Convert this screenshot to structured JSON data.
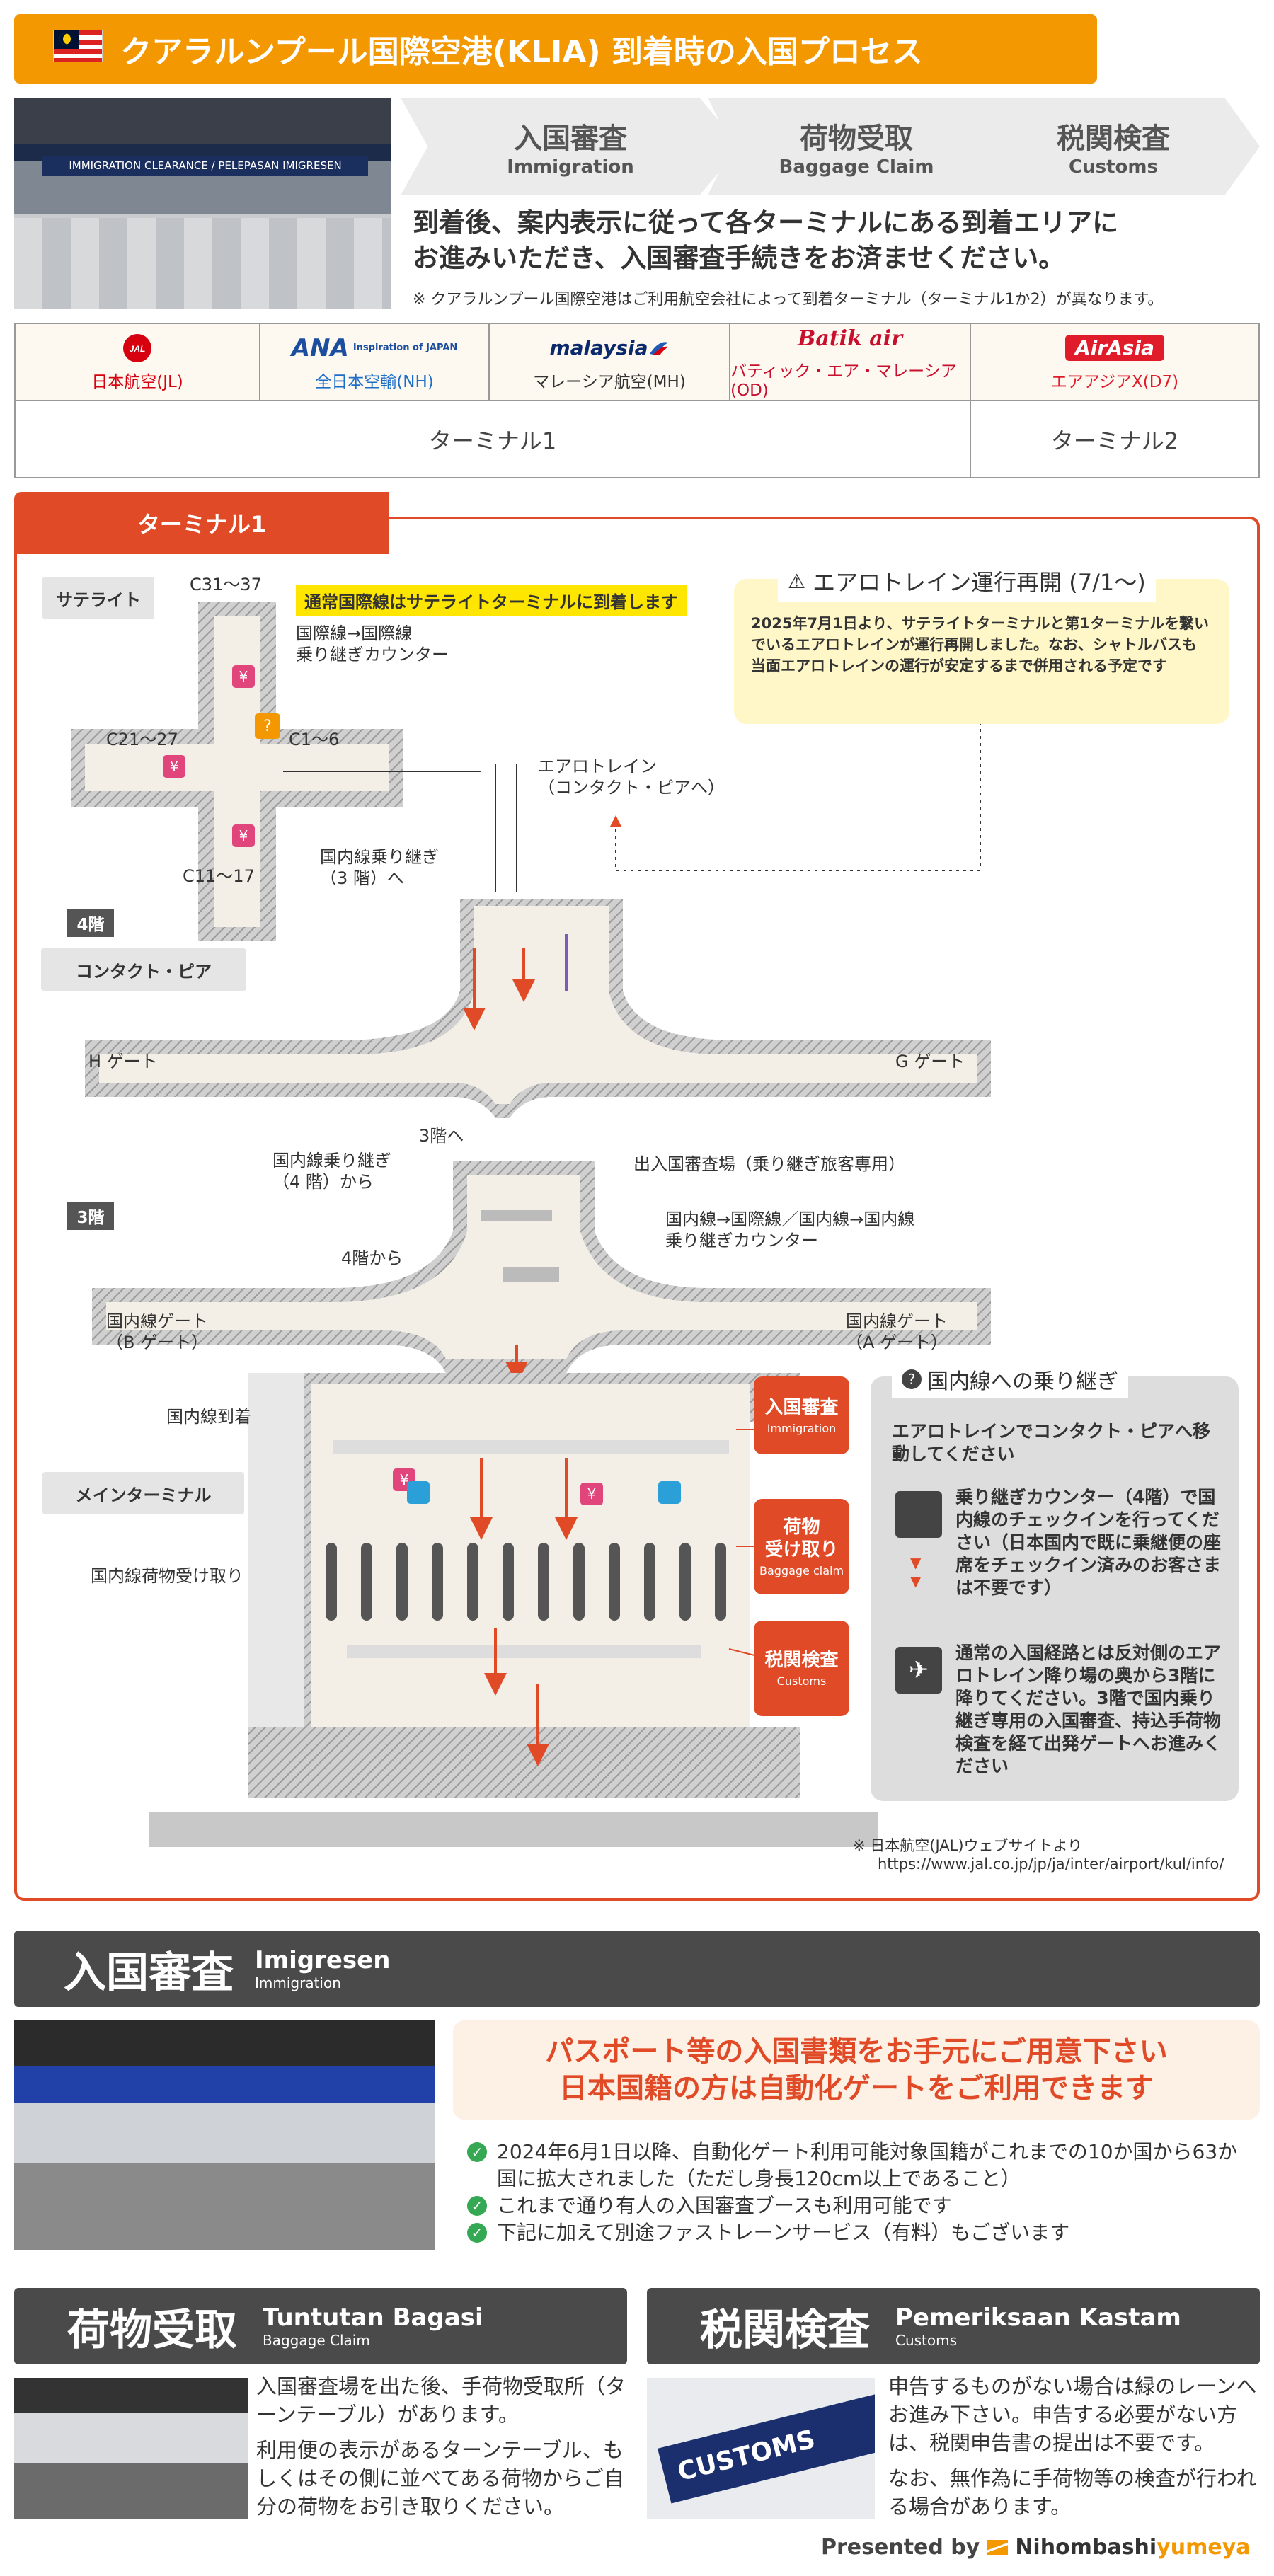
{
  "header": {
    "title": "クアラルンプール国際空港(KLIA) 到着時の入国プロセス"
  },
  "top_photo": {
    "sign": "IMMIGRATION CLEARANCE / PELEPASAN IMIGRESEN"
  },
  "steps": [
    {
      "ja": "入国審査",
      "en": "Immigration"
    },
    {
      "ja": "荷物受取",
      "en": "Baggage Claim"
    },
    {
      "ja": "税関検査",
      "en": "Customs"
    }
  ],
  "lead": {
    "line1": "到着後、案内表示に従って各ターミナルにある到着エリアに",
    "line2": "お進みいただき、入国審査手続きをお済ませください。",
    "note": "※ クアラルンプール国際空港はご利用航空会社によって到着ターミナル（ターミナル1か2）が異なります。"
  },
  "airlines": [
    {
      "logo": "JAL",
      "name": "日本航空(JL)",
      "color": "#d7000f"
    },
    {
      "logo": "ANA",
      "sub": "Inspiration of JAPAN",
      "name": "全日本空輸(NH)",
      "color": "#1c4ea0"
    },
    {
      "logo": "malaysia",
      "name": "マレーシア航空(MH)",
      "color": "#0a2a6b"
    },
    {
      "logo": "Batik air",
      "name": "バティック・エア・マレーシア(OD)",
      "color": "#c8102e"
    },
    {
      "logo": "AirAsia",
      "name": "エアアジアX(D7)",
      "color": "#e11c2a"
    }
  ],
  "terminals": {
    "t1": "ターミナル1",
    "t2": "ターミナル2"
  },
  "t1map": {
    "tab": "ターミナル1",
    "satellite": "サテライト",
    "badge": "通常国際線はサテライトターミナルに到着します",
    "c31": "C31～37",
    "c21": "C21～27",
    "c1": "C1～6",
    "c11": "C11～17",
    "transfer_counter": "国際線→国際線\n乗り継ぎカウンター",
    "aerotrain": "エアロトレイン\n（コンタクト・ピアへ）",
    "dom_transfer3": "国内線乗り継ぎ\n（3 階）へ",
    "level4": "4階",
    "contact_pier": "コンタクト・ピア",
    "h_gate": "H ゲート",
    "g_gate": "G ゲート",
    "to3f": "3階へ",
    "dom_transfer4": "国内線乗り継ぎ\n（4 階）から",
    "immigration_hall": "出入国審査場（乗り継ぎ旅客専用）",
    "transfer_counter2": "国内線→国際線／国内線→国内線\n乗り継ぎカウンター",
    "level3": "3階",
    "from4f": "4階から",
    "dom_gate_b": "国内線ゲート\n（B ゲート）",
    "dom_gate_a": "国内線ゲート\n（A ゲート）",
    "dom_arrival": "国内線到着",
    "main_terminal": "メインターミナル",
    "dom_baggage": "国内線荷物受け取り",
    "notice_title": "エアロトレイン運行再開 (7/1～)",
    "notice_body": "2025年7月1日より、サテライトターミナルと第1ターミナルを繋いでいるエアロトレインが運行再開しました。なお、シャトルバスも当面エアロトレインの運行が安定するまで併用される予定です",
    "side": [
      {
        "ja": "入国審査",
        "en": "Immigration"
      },
      {
        "ja": "荷物\n受け取り",
        "en": "Baggage claim"
      },
      {
        "ja": "税関検査",
        "en": "Customs"
      }
    ],
    "dom_title": "国内線への乗り継ぎ",
    "dom_step0": "エアロトレインでコンタクト・ピアへ移動してください",
    "dom_step1": "乗り継ぎカウンター（4階）で国内線のチェックインを行ってください（日本国内で既に乗継便の座席をチェックイン済みのお客さまは不要です）",
    "dom_step2": "通常の入国経路とは反対側のエアロトレイン降り場の奥から3階に降りてください。3階で国内乗り継ぎ専用の入国審査、持込手荷物検査を経て出発ゲートへお進みください",
    "source1": "※ 日本航空(JAL)ウェブサイトより",
    "source2": "https://www.jal.co.jp/jp/ja/inter/airport/kul/info/"
  },
  "immigration": {
    "ja": "入国審査",
    "ms": "Imigresen",
    "en": "Immigration",
    "headline1": "パスポート等の入国書類をお手元にご用意下さい",
    "headline2": "日本国籍の方は自動化ゲートをご利用できます",
    "points": [
      "2024年6月1日以降、自動化ゲート利用可能対象国籍がこれまでの10か国から63か国に拡大されました（ただし身長120cm以上であること）",
      "これまで通り有人の入国審査ブースも利用可能です",
      "下記に加えて別途ファストレーンサービス（有料）もございます"
    ]
  },
  "baggage": {
    "ja": "荷物受取",
    "ms": "Tuntutan Bagasi",
    "en": "Baggage Claim",
    "p1": "入国審査場を出た後、手荷物受取所（ターンテーブル）があります。",
    "p2": "利用便の表示があるターンテーブル、もしくはその側に並べてある荷物からご自分の荷物をお引き取りください。"
  },
  "customs": {
    "ja": "税関検査",
    "ms": "Pemeriksaan Kastam",
    "en": "Customs",
    "sign": "CUSTOMS",
    "p1": "申告するものがない場合は緑のレーンへお進み下さい。申告する必要がない方は、税関申告書の提出は不要です。",
    "p2": "なお、無作為に手荷物等の検査が行われる場合があります。"
  },
  "footer": {
    "presented": "Presented by",
    "brand1": "Nihombashi",
    "brand2": "yumeya"
  },
  "colors": {
    "accent": "#f39800",
    "terminal": "#e04a26",
    "bar": "#4a4a4a",
    "check": "#35a853"
  }
}
